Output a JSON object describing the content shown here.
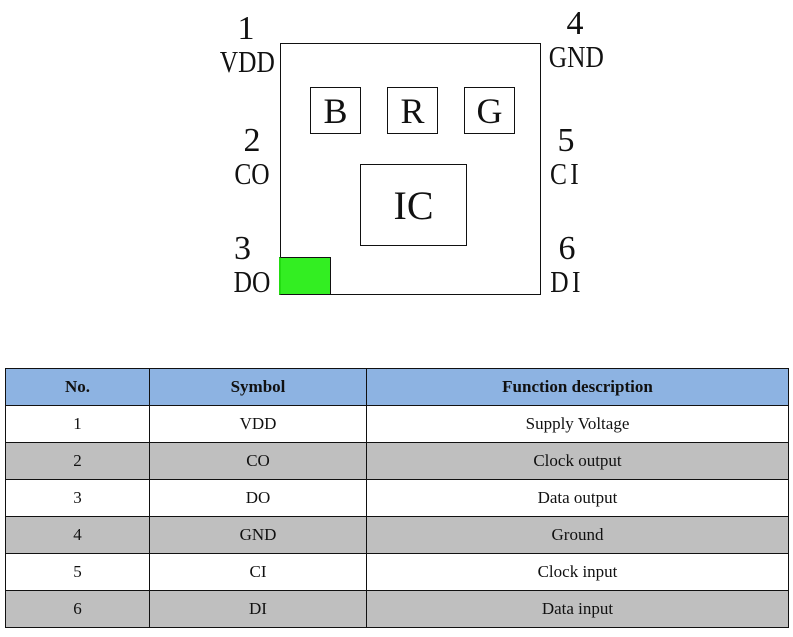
{
  "diagram": {
    "pins": [
      {
        "number": "1",
        "symbol": "VDD"
      },
      {
        "number": "2",
        "symbol": "CO"
      },
      {
        "number": "3",
        "symbol": "DO"
      },
      {
        "number": "4",
        "symbol": "GND"
      },
      {
        "number": "5",
        "symbol": "CI"
      },
      {
        "number": "6",
        "symbol": "DI"
      }
    ],
    "leds": [
      "B",
      "R",
      "G"
    ],
    "ic_label": "IC",
    "marker_color": "#33ee22"
  },
  "table": {
    "headers": [
      "No.",
      "Symbol",
      "Function description"
    ],
    "header_color": "#8db3e2",
    "alt_row_color": "#bfbfbf",
    "rows": [
      {
        "no": "1",
        "symbol": "VDD",
        "function": "Supply Voltage"
      },
      {
        "no": "2",
        "symbol": "CO",
        "function": "Clock output"
      },
      {
        "no": "3",
        "symbol": "DO",
        "function": "Data output"
      },
      {
        "no": "4",
        "symbol": "GND",
        "function": "Ground"
      },
      {
        "no": "5",
        "symbol": "CI",
        "function": "Clock input"
      },
      {
        "no": "6",
        "symbol": "DI",
        "function": "Data input"
      }
    ]
  }
}
